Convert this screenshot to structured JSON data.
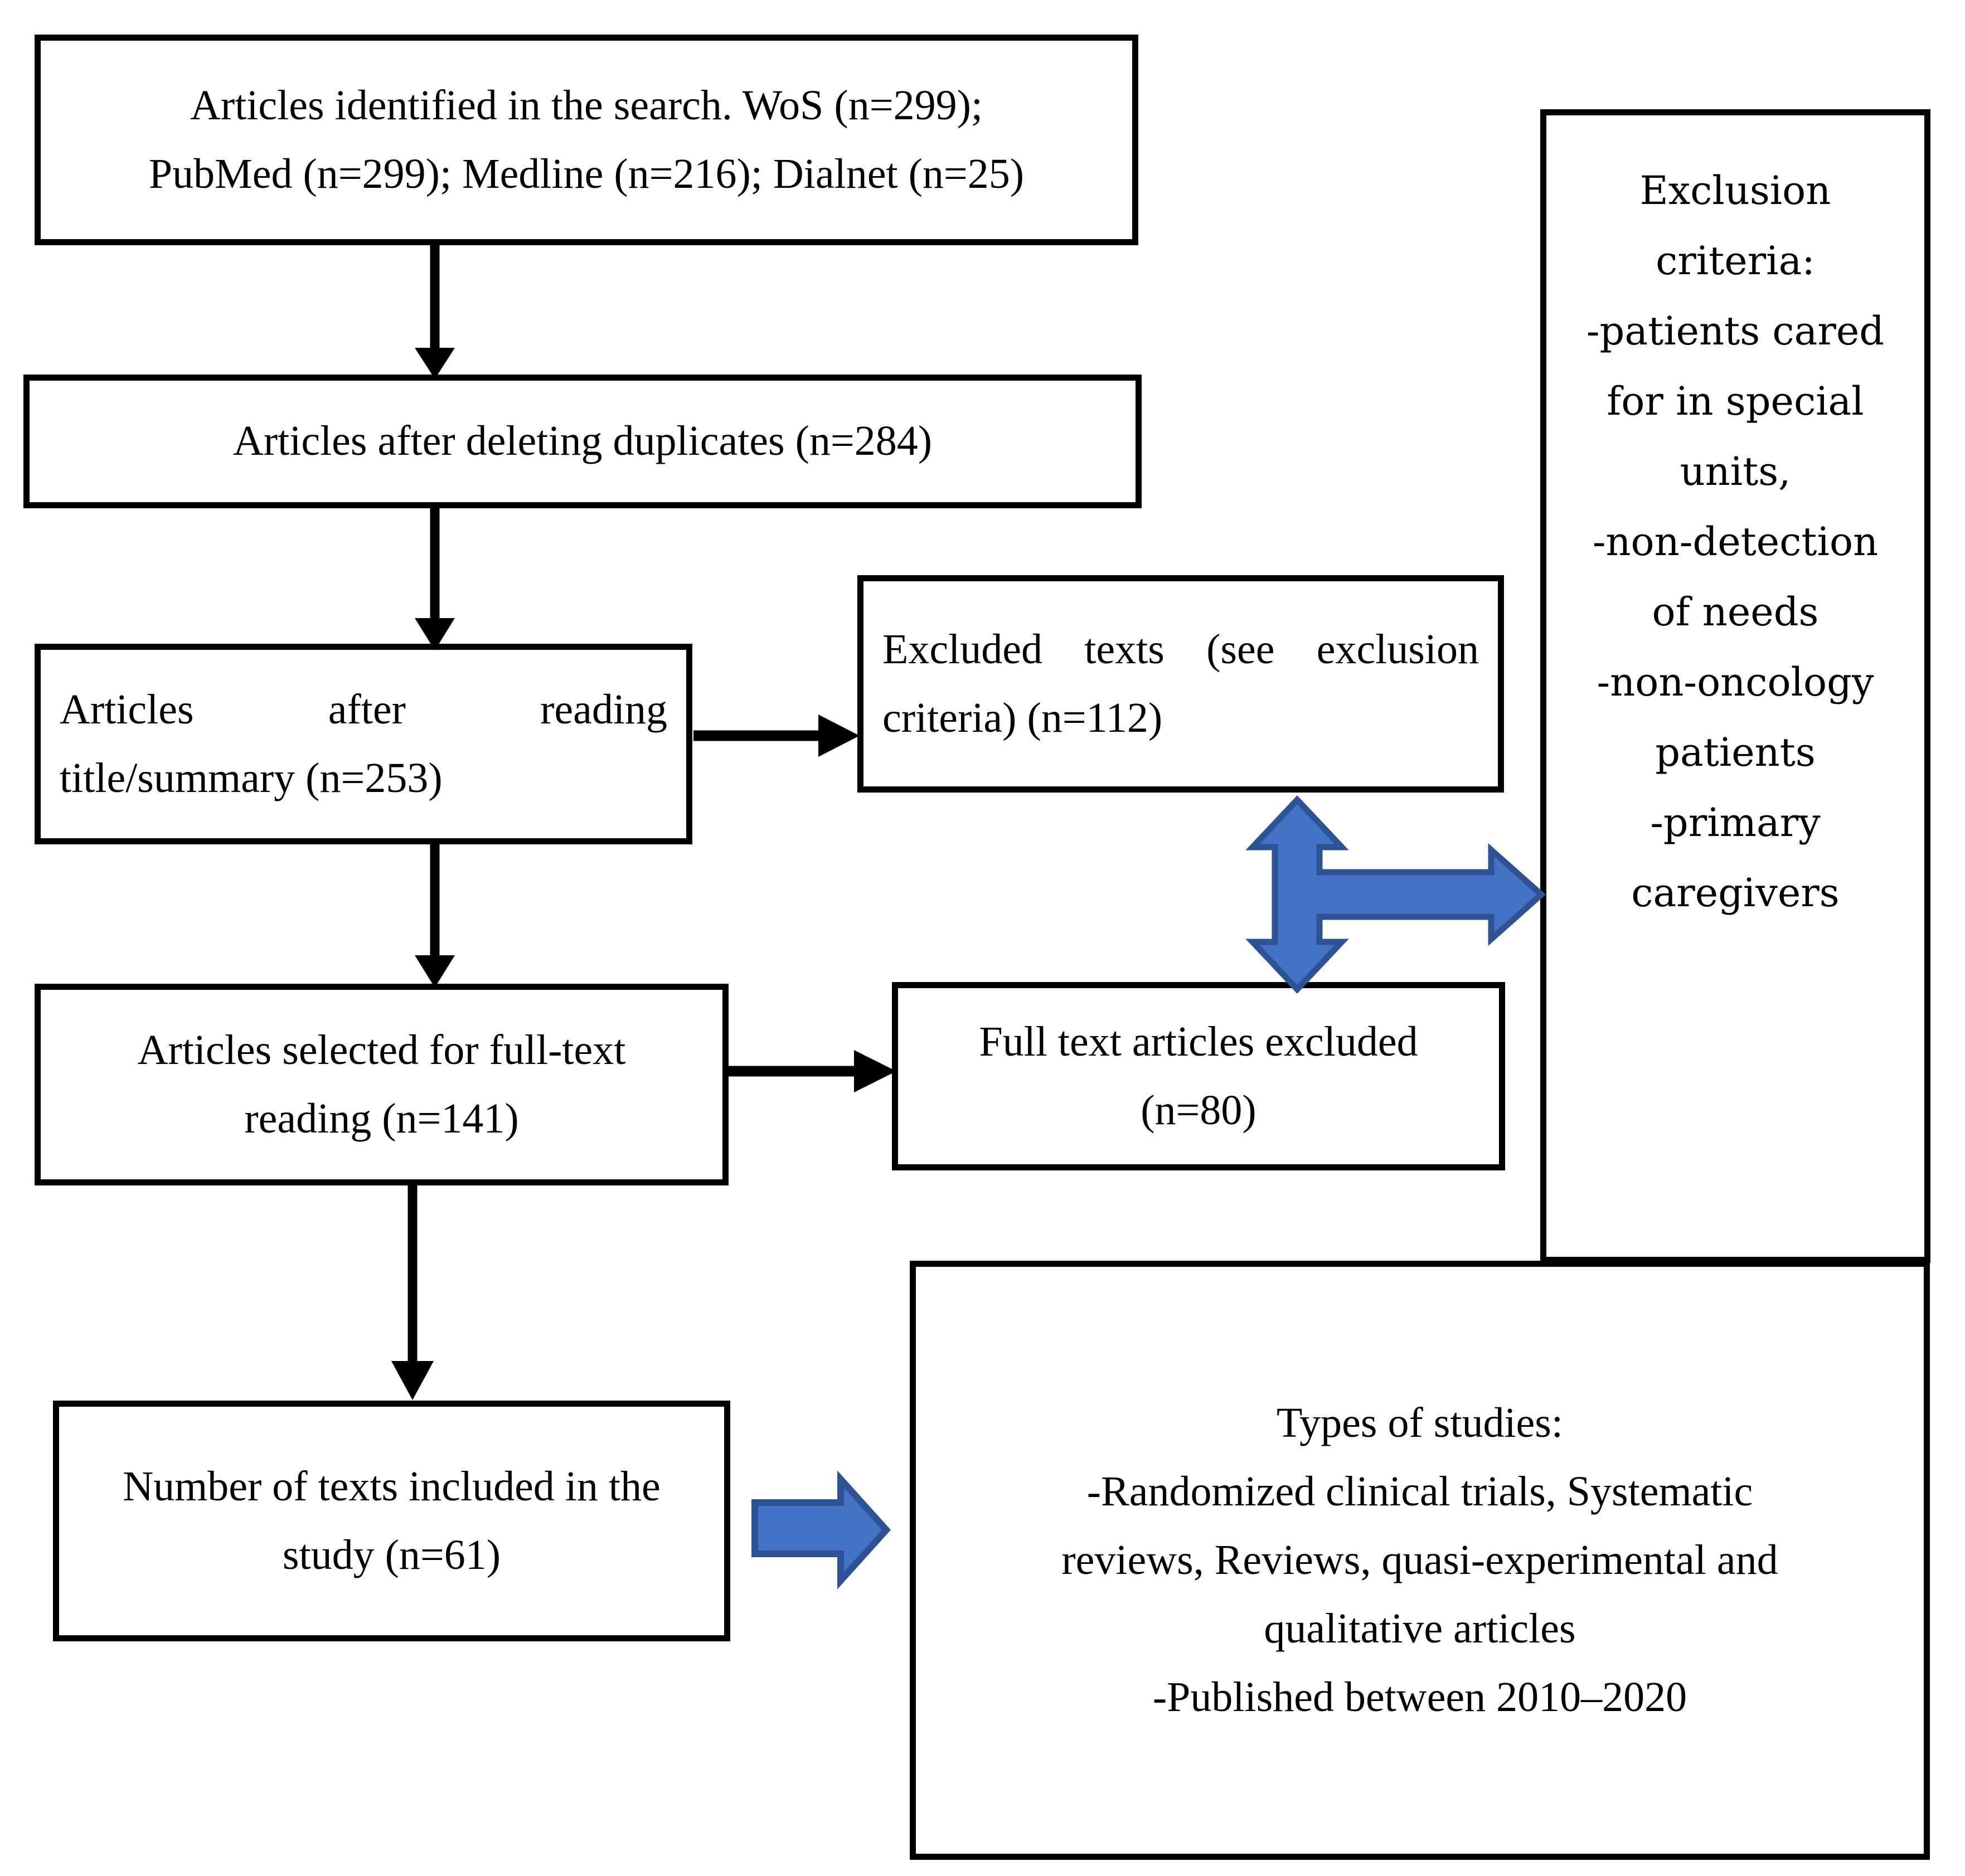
{
  "diagram": {
    "type": "prisma-flow-diagram",
    "accent_blue_fill": "#4472C4",
    "accent_blue_stroke": "#2E5395",
    "line_color": "#000000",
    "background": "#ffffff"
  },
  "boxes": {
    "identified": {
      "line1": "Articles identified in the search. WoS (n=299);",
      "line2": "PubMed (n=299); Medline (n=216); Dialnet (n=25)"
    },
    "after_duplicates": {
      "line1": "Articles after deleting duplicates (n=284)"
    },
    "after_title_summary": {
      "line1": "Articles after reading",
      "line2": "title/summary (n=253)"
    },
    "excluded_texts": {
      "line1": "Excluded texts (see exclusion",
      "line2": "criteria) (n=112)"
    },
    "selected_fulltext": {
      "line1": "Articles selected for full-text",
      "line2": "reading (n=141)"
    },
    "fulltext_excluded": {
      "line1": "Full text articles excluded",
      "line2": "(n=80)"
    },
    "included": {
      "line1": "Number of texts included in the",
      "line2": "study (n=61)"
    },
    "exclusion_criteria": {
      "line1": "Exclusion",
      "line2": "criteria:",
      "line3": "-patients cared",
      "line4": "for in special",
      "line5": "units,",
      "line6": "-non-detection",
      "line7": "of needs",
      "line8": "-non-oncology",
      "line9": "patients",
      "line10": "-primary",
      "line11": "caregivers"
    },
    "types_of_studies": {
      "line1": "Types of studies:",
      "line2": "-Randomized clinical trials, Systematic",
      "line3": "reviews, Reviews, quasi-experimental and",
      "line4": "qualitative articles",
      "line5": "-Published between 2010–2020"
    }
  },
  "connectors": {
    "identified_to_duplicates": "down-arrow",
    "duplicates_to_title_summary": "down-arrow",
    "title_summary_to_excluded": "right-arrow",
    "title_summary_to_fulltext": "down-arrow",
    "fulltext_to_excluded80": "right-arrow",
    "fulltext_to_included": "down-arrow",
    "excluded_to_criteria": "blue-three-way-arrow",
    "included_to_types": "blue-right-arrow"
  }
}
